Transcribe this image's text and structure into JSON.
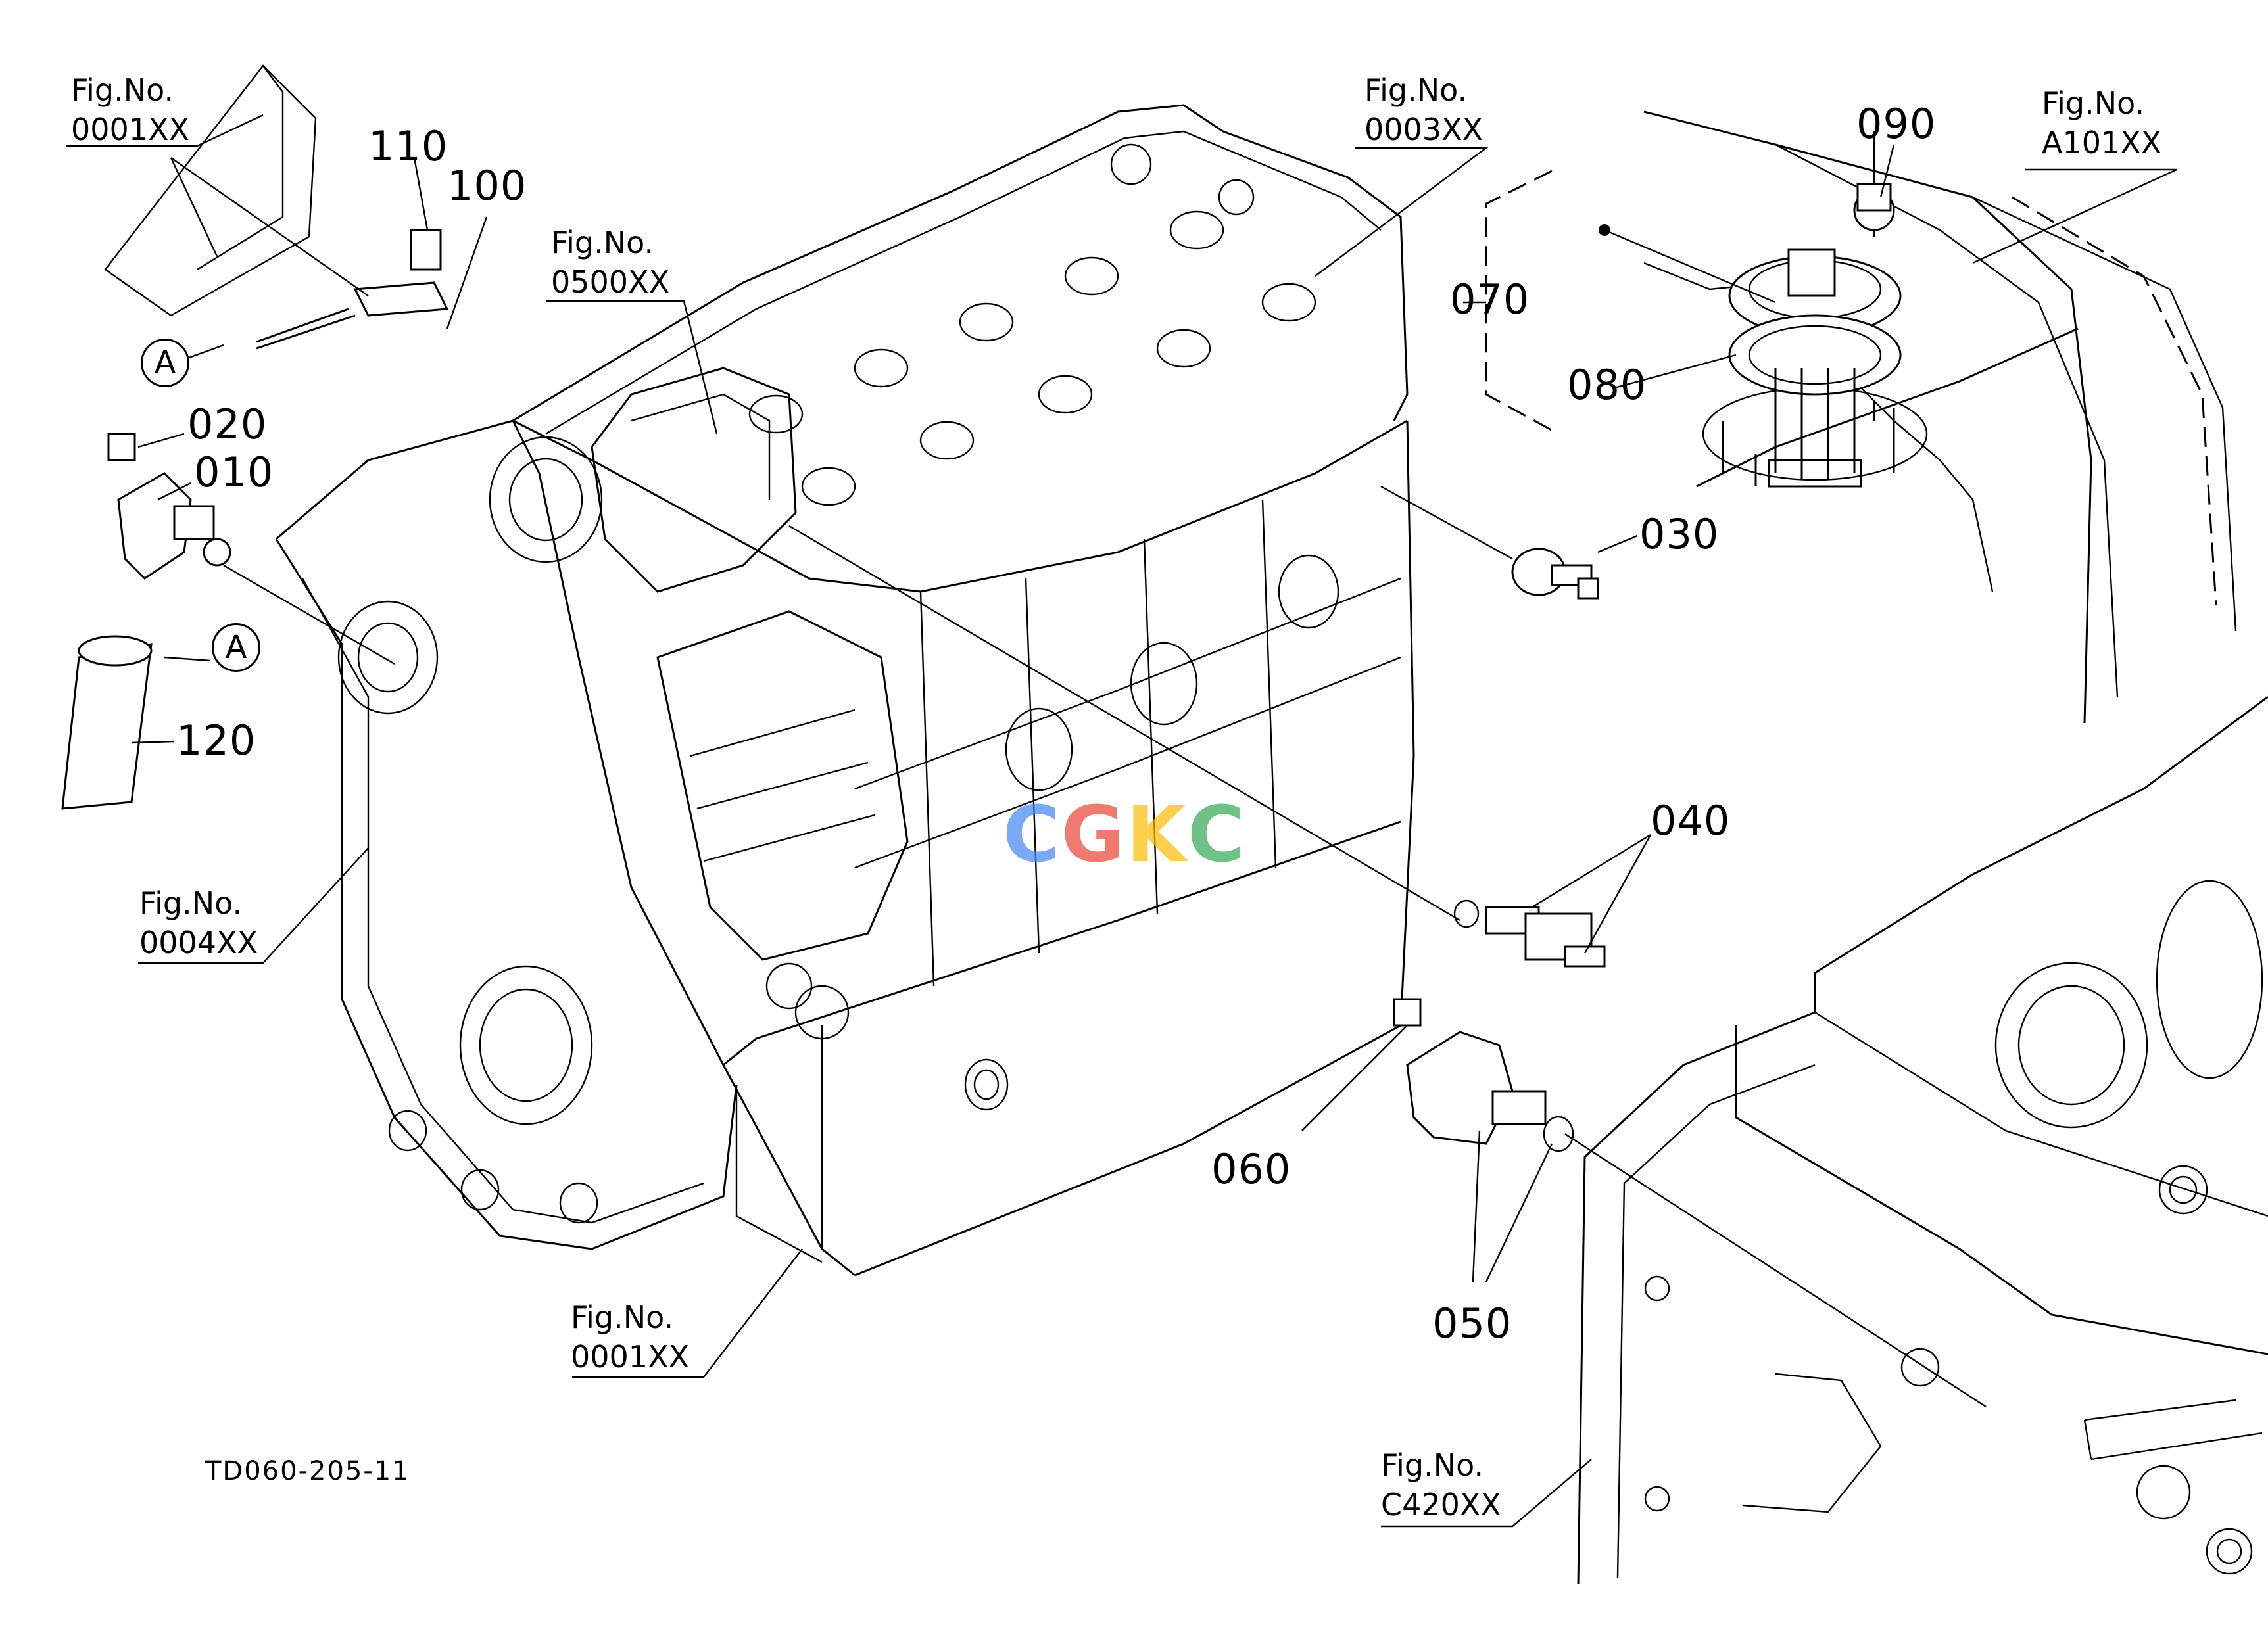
{
  "drawing_code": "TD060-205-11",
  "watermark": {
    "letters": [
      "C",
      "G",
      "K",
      "C"
    ],
    "colors": [
      "#4285F4",
      "#EA4335",
      "#FBBC05",
      "#34A853"
    ]
  },
  "callout_letter": "A",
  "figure_refs": [
    {
      "line1": "Fig.No.",
      "line2": "0001XX"
    },
    {
      "line1": "Fig.No.",
      "line2": "0500XX"
    },
    {
      "line1": "Fig.No.",
      "line2": "0003XX"
    },
    {
      "line1": "Fig.No.",
      "line2": "A101XX"
    },
    {
      "line1": "Fig.No.",
      "line2": "0004XX"
    },
    {
      "line1": "Fig.No.",
      "line2": "0001XX"
    },
    {
      "line1": "Fig.No.",
      "line2": "C420XX"
    }
  ],
  "parts": [
    "010",
    "020",
    "030",
    "040",
    "050",
    "060",
    "070",
    "080",
    "090",
    "100",
    "110",
    "120"
  ]
}
